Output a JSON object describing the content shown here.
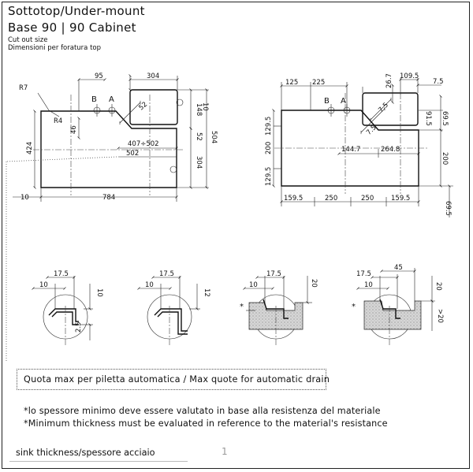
{
  "header": {
    "title": "Sottotop/Under-mount",
    "subtitle": "Base 90 | 90 Cabinet",
    "cutout_en": "Cut out size",
    "cutout_it": "Dimensioni per foratura top"
  },
  "left_drawing": {
    "r7": "R7",
    "r4": "R4",
    "d95": "95",
    "d304_top": "304",
    "b": "B",
    "a": "A",
    "d52_diag": "52",
    "d10_r": "10",
    "d148": "148",
    "d52_r": "52",
    "d504": "504",
    "d46": "46",
    "d424": "424",
    "d407_502": "407÷502",
    "d502": "502",
    "d304_r": "304",
    "d10_bottom": "10",
    "d784": "784"
  },
  "right_drawing": {
    "d125": "125",
    "d225": "225",
    "b": "B",
    "a": "A",
    "d26_7": "26.7",
    "d109_5": "109.5",
    "d7_5_top": "7.5",
    "d7_5_diag1": "7.5",
    "d7_5_diag2": "7.5",
    "d91_5": "91.5",
    "d69_5_top": "69.5",
    "d129_5_top": "129.5",
    "d200_left": "200",
    "d129_5_bottom": "129.5",
    "d144_7": "144.7",
    "d264_8": "264.8",
    "d200_right": "200",
    "d159_5_a": "159.5",
    "d250_a": "250",
    "d250_b": "250",
    "d159_5_b": "159.5",
    "d69_5_bottom": "69.5"
  },
  "details": [
    {
      "dim_top": "17.5",
      "dim_left": "10",
      "dim_right": "10",
      "dim_bottom": "2.5"
    },
    {
      "dim_top": "17.5",
      "dim_left": "10",
      "dim_right": "12"
    },
    {
      "dim_top": "17.5",
      "dim_left": "10",
      "dim_right": "20",
      "asterisk": "*"
    },
    {
      "dim_top": "17.5",
      "dim_second": "45",
      "dim_left": "10",
      "dim_right": "20",
      "dim_right2": ">20",
      "asterisk": "*"
    }
  ],
  "quota_note": "Quota max per piletta automatica / Max quote for automatic drain",
  "notes": [
    "*lo spessore minimo deve essere valutato in base alla resistenza del materiale",
    "*Minimum thickness must be evaluated in reference to the material's resistance"
  ],
  "thickness": {
    "label": "sink thickness/spessore acciaio",
    "value": "1"
  }
}
